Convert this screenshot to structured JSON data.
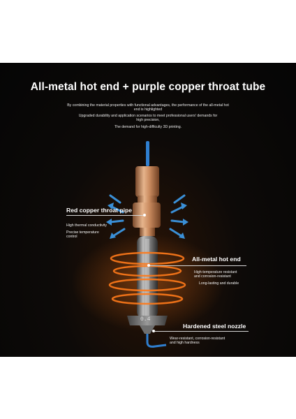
{
  "title": "All-metal hot end + purple copper throat tube",
  "intro": {
    "line1": "By combining the material properties with functional advantages, the performance of the all-metal hot",
    "line2": "end is highlighted",
    "line3": "Upgraded durability and application scenarios to meet professional users' demands for",
    "line4": "high precision,",
    "line5": "The demand for high-difficulty 3D printing."
  },
  "callouts": {
    "throat": {
      "label": "Red copper throat pipe",
      "note1": "High thermal conductivity",
      "note2": "Precise temperature",
      "note3": "control"
    },
    "hotend": {
      "label": "All-metal hot end",
      "note1": "High-temperature resistant",
      "note2": "and corrosion-resistant",
      "note3": "Long-lasting and durable"
    },
    "nozzle": {
      "label": "Hardened steel nozzle",
      "note1": "Wear-resistant, corrosion-resistant",
      "note2": "and high hardness"
    }
  },
  "nozzle_marking": "0.4",
  "colors": {
    "background": "#050505",
    "copper": "#c98a5e",
    "airflow": "#3a8fd6",
    "heat_rings": "#ff7a1a",
    "filament": "#2f7fd0"
  }
}
